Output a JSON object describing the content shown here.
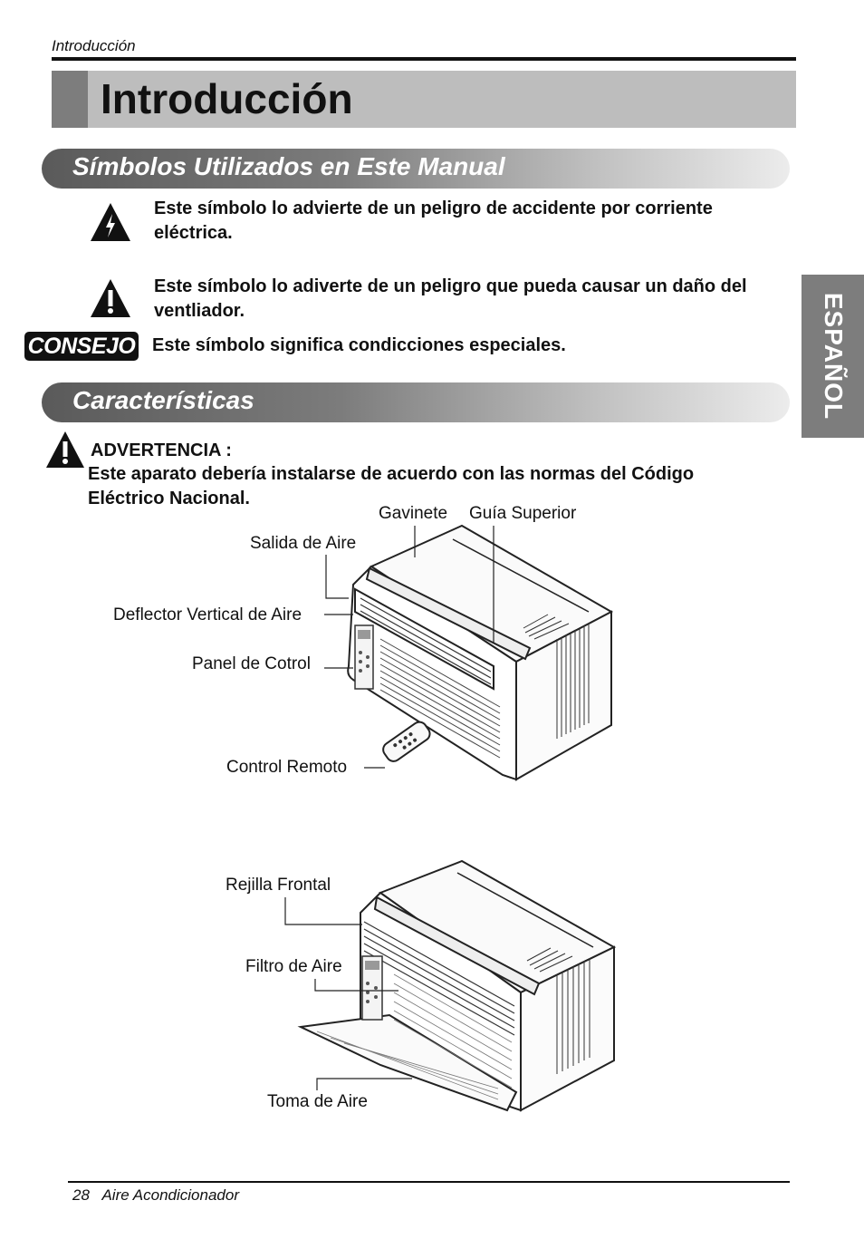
{
  "header": {
    "section_label": "Introducción"
  },
  "page_title": "Introducción",
  "sections": {
    "symbols_heading": "Símbolos Utilizados en Este Manual",
    "features_heading": "Características"
  },
  "symbols": {
    "electric": "Este símbolo lo advierte de un peligro de accidente por corriente eléctrica.",
    "caution": "Este símbolo lo adiverte de un peligro que pueda causar un daño del ventliador.",
    "consejo_badge": "CONSEJO",
    "consejo": "Este símbolo significa condicciones especiales."
  },
  "side_tab": "ESPAÑOL",
  "warning": {
    "title": "ADVERTENCIA :",
    "line1": "Este aparato debería instalarse de acuerdo con las normas del Código",
    "line2": "Eléctrico Nacional."
  },
  "diagram1_labels": {
    "gavinete": "Gavinete",
    "guia": "Guía Superior",
    "salida": "Salida de Aire",
    "deflector": "Deflector Vertical de Aire",
    "panel": "Panel de Cotrol",
    "control": "Control Remoto"
  },
  "diagram2_labels": {
    "rejilla": "Rejilla Frontal",
    "filtro": "Filtro de Aire",
    "toma": "Toma de Aire"
  },
  "footer": {
    "page_number": "28",
    "title": "Aire Acondicionador"
  },
  "colors": {
    "title_bar": "#bdbdbd",
    "title_block": "#7d7d7d",
    "side_tab": "#7d7d7d"
  }
}
